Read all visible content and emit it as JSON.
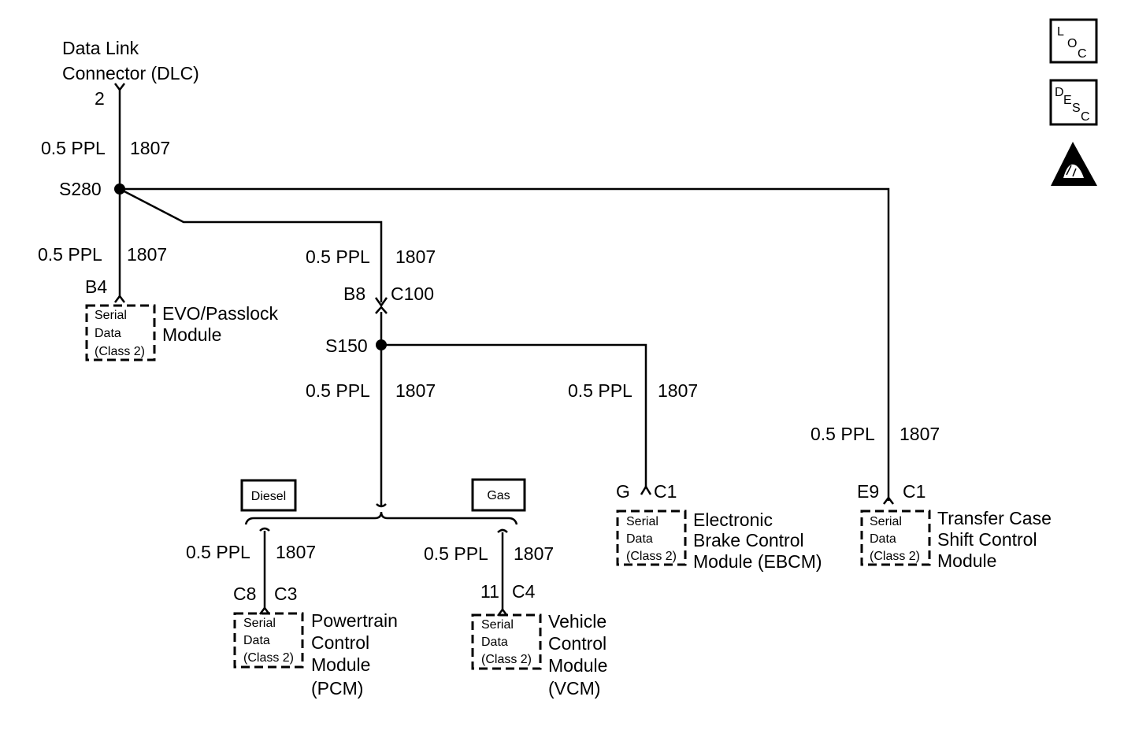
{
  "dlc": {
    "line1": "Data Link",
    "line2": "Connector (DLC)",
    "pin": "2"
  },
  "wires": {
    "w1": {
      "gauge": "0.5 PPL",
      "circuit": "1807"
    },
    "w2": {
      "gauge": "0.5 PPL",
      "circuit": "1807"
    },
    "w3": {
      "gauge": "0.5 PPL",
      "circuit": "1807"
    },
    "w4": {
      "gauge": "0.5 PPL",
      "circuit": "1807"
    },
    "w5": {
      "gauge": "0.5 PPL",
      "circuit": "1807"
    },
    "w6": {
      "gauge": "0.5 PPL",
      "circuit": "1807"
    },
    "w7": {
      "gauge": "0.5 PPL",
      "circuit": "1807"
    },
    "w8": {
      "gauge": "0.5 PPL",
      "circuit": "1807"
    }
  },
  "splices": {
    "s280": "S280",
    "s150": "S150"
  },
  "connector_c100": {
    "pin": "B8",
    "name": "C100"
  },
  "options": {
    "diesel": "Diesel",
    "gas": "Gas"
  },
  "serial_box": {
    "l1": "Serial",
    "l2": "Data",
    "l3": "(Class 2)"
  },
  "modules": {
    "evo": {
      "pin": "B4",
      "lines": [
        "EVO/Passlock",
        "Module"
      ]
    },
    "ebcm": {
      "pin": "G",
      "conn": "C1",
      "lines": [
        "Electronic",
        "Brake Control",
        "Module (EBCM)"
      ]
    },
    "tcscm": {
      "pin": "E9",
      "conn": "C1",
      "lines": [
        "Transfer Case",
        "Shift Control",
        "Module"
      ]
    },
    "pcm": {
      "pin": "C8",
      "conn": "C3",
      "lines": [
        "Powertrain",
        "Control",
        "Module",
        "(PCM)"
      ]
    },
    "vcm": {
      "pin": "11",
      "conn": "C4",
      "lines": [
        "Vehicle",
        "Control",
        "Module",
        "(VCM)"
      ]
    }
  },
  "legend": {
    "loc": [
      "L",
      "O",
      "C"
    ],
    "desc": [
      "D",
      "E",
      "S",
      "C"
    ]
  },
  "icons": {
    "esd": "esd-warning-icon"
  }
}
